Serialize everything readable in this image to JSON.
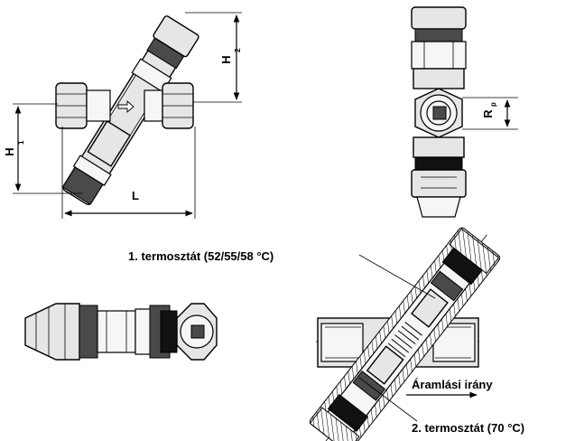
{
  "dimensions": {
    "h1": "H",
    "h1_sub": "1",
    "h2": "H",
    "h2_sub": "2",
    "l": "L",
    "rp": "R",
    "rp_sub": "p"
  },
  "labels": {
    "thermostat_1": "1. termosztát (52/55/58 °C)",
    "flow_direction": "Áramlási irány",
    "thermostat_2": "2. termosztát (70 °C)"
  }
}
